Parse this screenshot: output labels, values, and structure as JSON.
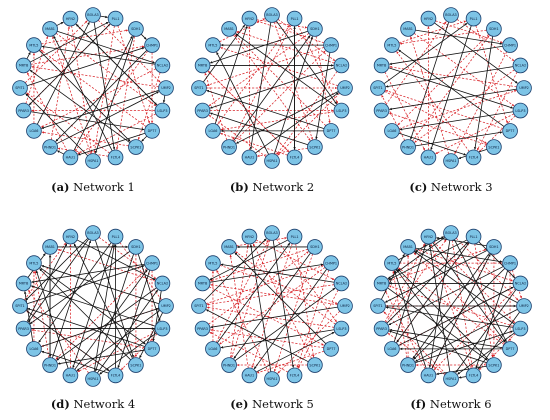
{
  "node_labels": [
    "BOLA3",
    "PLL1",
    "SDH1",
    "CHMP1",
    "NCLA2",
    "UMP2",
    "LSLP3",
    "DPT7",
    "SCPK1",
    "FLTL4",
    "HSPA1",
    "HAU1",
    "PHND1",
    "LGA6",
    "PPAR3",
    "SPIT1",
    "MRTB",
    "MTL5",
    "MAB1",
    "HFN2"
  ],
  "colors": {
    "node_fill": "#7dc4e6",
    "node_stroke": "#1a3d6b",
    "solid_edge": "#111111",
    "dashed_edge": "#d9262b"
  },
  "panels": [
    {
      "label": "(a)",
      "title": "Network 1",
      "solid": [
        [
          0,
          9
        ],
        [
          1,
          14
        ],
        [
          2,
          10
        ],
        [
          3,
          12
        ],
        [
          4,
          17
        ],
        [
          5,
          13
        ],
        [
          6,
          19
        ],
        [
          7,
          11
        ],
        [
          8,
          16
        ],
        [
          9,
          18
        ],
        [
          10,
          15
        ],
        [
          11,
          2
        ],
        [
          12,
          5
        ],
        [
          13,
          0
        ],
        [
          14,
          7
        ],
        [
          15,
          3
        ],
        [
          16,
          1
        ],
        [
          17,
          8
        ],
        [
          18,
          4
        ],
        [
          19,
          6
        ],
        [
          0,
          1
        ],
        [
          2,
          3
        ],
        [
          16,
          17
        ],
        [
          18,
          19
        ],
        [
          5,
          6
        ],
        [
          7,
          8
        ],
        [
          11,
          12
        ]
      ],
      "dashed": [
        [
          0,
          5
        ],
        [
          1,
          7
        ],
        [
          2,
          9
        ],
        [
          3,
          11
        ],
        [
          4,
          13
        ],
        [
          5,
          16
        ],
        [
          6,
          14
        ],
        [
          7,
          17
        ],
        [
          8,
          13
        ],
        [
          9,
          15
        ],
        [
          10,
          18
        ],
        [
          11,
          16
        ],
        [
          12,
          19
        ],
        [
          13,
          17
        ],
        [
          14,
          1
        ],
        [
          15,
          0
        ],
        [
          16,
          3
        ],
        [
          17,
          2
        ],
        [
          18,
          6
        ],
        [
          19,
          10
        ],
        [
          4,
          8
        ],
        [
          6,
          11
        ],
        [
          9,
          12
        ],
        [
          1,
          10
        ],
        [
          3,
          7
        ],
        [
          14,
          18
        ]
      ]
    },
    {
      "label": "(b)",
      "title": "Network 2",
      "solid": [
        [
          0,
          11
        ],
        [
          1,
          9
        ],
        [
          2,
          16
        ],
        [
          3,
          8
        ],
        [
          4,
          14
        ],
        [
          5,
          12
        ],
        [
          6,
          18
        ],
        [
          7,
          13
        ],
        [
          10,
          17
        ],
        [
          15,
          19
        ],
        [
          9,
          1
        ],
        [
          11,
          5
        ],
        [
          12,
          2
        ],
        [
          16,
          4
        ],
        [
          0,
          6
        ],
        [
          3,
          17
        ],
        [
          7,
          15
        ],
        [
          8,
          14
        ],
        [
          13,
          19
        ],
        [
          10,
          2
        ]
      ],
      "dashed": [
        [
          0,
          4
        ],
        [
          1,
          12
        ],
        [
          2,
          7
        ],
        [
          3,
          15
        ],
        [
          4,
          10
        ],
        [
          5,
          17
        ],
        [
          6,
          13
        ],
        [
          7,
          18
        ],
        [
          8,
          11
        ],
        [
          9,
          16
        ],
        [
          10,
          14
        ],
        [
          11,
          19
        ],
        [
          12,
          3
        ],
        [
          13,
          1
        ],
        [
          14,
          6
        ],
        [
          15,
          5
        ],
        [
          16,
          9
        ],
        [
          17,
          0
        ],
        [
          18,
          8
        ],
        [
          19,
          2
        ],
        [
          2,
          14
        ],
        [
          5,
          10
        ],
        [
          9,
          13
        ],
        [
          1,
          6
        ],
        [
          12,
          16
        ],
        [
          3,
          19
        ],
        [
          0,
          8
        ],
        [
          4,
          18
        ]
      ]
    },
    {
      "label": "(c)",
      "title": "Network 3",
      "solid": [
        [
          0,
          12
        ],
        [
          1,
          11
        ],
        [
          2,
          9
        ],
        [
          3,
          16
        ],
        [
          4,
          15
        ],
        [
          5,
          14
        ],
        [
          6,
          13
        ],
        [
          7,
          17
        ],
        [
          8,
          10
        ],
        [
          18,
          3
        ],
        [
          19,
          5
        ],
        [
          13,
          9
        ],
        [
          15,
          1
        ],
        [
          16,
          6
        ],
        [
          12,
          7
        ]
      ],
      "dashed": [
        [
          0,
          4
        ],
        [
          1,
          7
        ],
        [
          2,
          13
        ],
        [
          3,
          10
        ],
        [
          4,
          12
        ],
        [
          5,
          16
        ],
        [
          6,
          9
        ],
        [
          7,
          15
        ],
        [
          8,
          14
        ],
        [
          9,
          17
        ],
        [
          10,
          18
        ],
        [
          11,
          19
        ],
        [
          12,
          2
        ],
        [
          13,
          5
        ],
        [
          14,
          0
        ],
        [
          15,
          8
        ],
        [
          16,
          11
        ],
        [
          17,
          1
        ],
        [
          18,
          6
        ],
        [
          19,
          3
        ],
        [
          4,
          9
        ],
        [
          2,
          17
        ],
        [
          6,
          11
        ],
        [
          12,
          15
        ]
      ]
    },
    {
      "label": "(d)",
      "title": "Network 4",
      "solid": [
        [
          0,
          8
        ],
        [
          1,
          11
        ],
        [
          2,
          14
        ],
        [
          3,
          16
        ],
        [
          4,
          12
        ],
        [
          5,
          17
        ],
        [
          6,
          10
        ],
        [
          7,
          15
        ],
        [
          9,
          13
        ],
        [
          18,
          2
        ],
        [
          19,
          4
        ],
        [
          10,
          1
        ],
        [
          11,
          3
        ],
        [
          12,
          0
        ],
        [
          13,
          5
        ],
        [
          14,
          6
        ],
        [
          15,
          9
        ],
        [
          16,
          18
        ],
        [
          17,
          7
        ],
        [
          8,
          19
        ],
        [
          0,
          15
        ],
        [
          1,
          13
        ],
        [
          2,
          10
        ],
        [
          3,
          9
        ],
        [
          4,
          7
        ],
        [
          5,
          11
        ],
        [
          6,
          16
        ],
        [
          8,
          17
        ],
        [
          12,
          18
        ],
        [
          14,
          19
        ],
        [
          7,
          12
        ],
        [
          9,
          1
        ],
        [
          10,
          4
        ],
        [
          13,
          16
        ],
        [
          15,
          3
        ],
        [
          11,
          17
        ],
        [
          2,
          6
        ],
        [
          5,
          8
        ],
        [
          0,
          14
        ],
        [
          18,
          12
        ]
      ],
      "dashed": [
        [
          0,
          4
        ],
        [
          2,
          8
        ],
        [
          3,
          12
        ],
        [
          5,
          13
        ],
        [
          6,
          11
        ],
        [
          7,
          14
        ],
        [
          9,
          15
        ],
        [
          10,
          16
        ],
        [
          11,
          19
        ],
        [
          12,
          17
        ],
        [
          1,
          5
        ],
        [
          4,
          18
        ],
        [
          6,
          9
        ],
        [
          13,
          17
        ],
        [
          15,
          19
        ],
        [
          3,
          7
        ]
      ]
    },
    {
      "label": "(e)",
      "title": "Network 5",
      "solid": [
        [
          0,
          9
        ],
        [
          1,
          16
        ],
        [
          2,
          12
        ],
        [
          3,
          11
        ],
        [
          4,
          17
        ],
        [
          5,
          14
        ],
        [
          6,
          13
        ],
        [
          7,
          18
        ],
        [
          8,
          15
        ],
        [
          10,
          19
        ],
        [
          13,
          1
        ],
        [
          16,
          3
        ],
        [
          11,
          6
        ],
        [
          12,
          4
        ],
        [
          15,
          0
        ],
        [
          2,
          18
        ]
      ],
      "dashed": [
        [
          0,
          6
        ],
        [
          1,
          8
        ],
        [
          2,
          10
        ],
        [
          3,
          13
        ],
        [
          4,
          9
        ],
        [
          5,
          16
        ],
        [
          6,
          15
        ],
        [
          7,
          11
        ],
        [
          8,
          12
        ],
        [
          9,
          14
        ],
        [
          10,
          17
        ],
        [
          11,
          18
        ],
        [
          12,
          19
        ],
        [
          13,
          0
        ],
        [
          14,
          2
        ],
        [
          15,
          3
        ],
        [
          16,
          7
        ],
        [
          17,
          5
        ],
        [
          18,
          1
        ],
        [
          19,
          4
        ],
        [
          1,
          11
        ],
        [
          3,
          9
        ],
        [
          5,
          10
        ],
        [
          7,
          14
        ],
        [
          13,
          17
        ],
        [
          2,
          16
        ],
        [
          0,
          12
        ],
        [
          6,
          18
        ],
        [
          4,
          15
        ],
        [
          8,
          19
        ]
      ]
    },
    {
      "label": "(f)",
      "title": "Network 6",
      "solid": [
        [
          0,
          11
        ],
        [
          1,
          13
        ],
        [
          2,
          15
        ],
        [
          3,
          9
        ],
        [
          4,
          16
        ],
        [
          5,
          12
        ],
        [
          6,
          18
        ],
        [
          7,
          14
        ],
        [
          8,
          17
        ],
        [
          10,
          19
        ],
        [
          11,
          2
        ],
        [
          12,
          6
        ],
        [
          13,
          4
        ],
        [
          14,
          1
        ],
        [
          15,
          5
        ],
        [
          16,
          8
        ],
        [
          17,
          0
        ],
        [
          18,
          3
        ],
        [
          19,
          7
        ],
        [
          9,
          10
        ],
        [
          0,
          7
        ],
        [
          1,
          16
        ],
        [
          2,
          12
        ],
        [
          3,
          14
        ],
        [
          4,
          10
        ],
        [
          5,
          18
        ],
        [
          6,
          15
        ],
        [
          8,
          11
        ],
        [
          9,
          17
        ],
        [
          13,
          19
        ],
        [
          1,
          4
        ],
        [
          3,
          12
        ],
        [
          5,
          9
        ],
        [
          7,
          13
        ],
        [
          15,
          18
        ],
        [
          0,
          16
        ],
        [
          2,
          19
        ],
        [
          6,
          10
        ],
        [
          8,
          14
        ],
        [
          11,
          17
        ]
      ],
      "dashed": [
        [
          0,
          5
        ],
        [
          1,
          8
        ],
        [
          2,
          11
        ],
        [
          3,
          7
        ],
        [
          4,
          13
        ],
        [
          5,
          15
        ],
        [
          6,
          9
        ],
        [
          7,
          17
        ],
        [
          8,
          12
        ],
        [
          9,
          19
        ],
        [
          10,
          14
        ],
        [
          11,
          16
        ],
        [
          12,
          18
        ],
        [
          13,
          1
        ],
        [
          14,
          0
        ],
        [
          16,
          2
        ],
        [
          17,
          3
        ],
        [
          18,
          4
        ],
        [
          19,
          6
        ],
        [
          10,
          15
        ],
        [
          12,
          17
        ],
        [
          14,
          19
        ],
        [
          3,
          5
        ],
        [
          0,
          9
        ],
        [
          2,
          8
        ],
        [
          6,
          16
        ],
        [
          4,
          11
        ],
        [
          7,
          18
        ]
      ]
    }
  ]
}
